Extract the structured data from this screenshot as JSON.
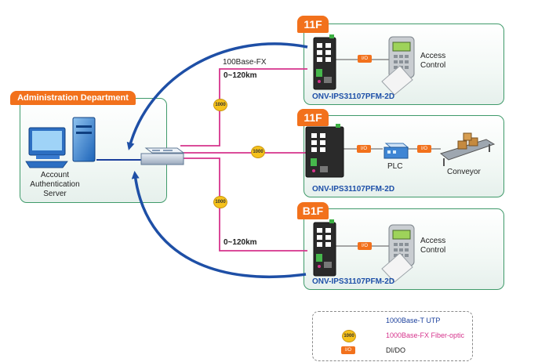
{
  "panels": {
    "admin": {
      "title": "Administration Department",
      "server_label": "Account\nAuthentication\nServer"
    },
    "floor_top": {
      "title": "11F",
      "model": "ONV-IPS31107PFM-2D",
      "device_label": "Access\nControl",
      "io_label": "I/O"
    },
    "floor_mid": {
      "title": "11F",
      "model": "ONV-IPS31107PFM-2D",
      "plc_label": "PLC",
      "conveyor_label": "Conveyor",
      "io_label": "I/O"
    },
    "floor_bottom": {
      "title": "B1F",
      "model": "ONV-IPS31107PFM-2D",
      "device_label": "Access\nControl",
      "io_label": "I/O"
    }
  },
  "links": {
    "fiber_type_label": "100Base-FX",
    "distance_top": "0~120km",
    "distance_bottom": "0~120km",
    "badge_text": "1000"
  },
  "legend": {
    "utp": {
      "label": "1000Base-T UTP",
      "color": "#1a3f9c"
    },
    "fiber": {
      "label": "1000Base-FX Fiber-optic",
      "color": "#d6338c",
      "badge": "1000"
    },
    "dido": {
      "label": "DI/DO",
      "color": "#8a8a8a",
      "badge": "I/O"
    }
  },
  "colors": {
    "accent": "#f2711c",
    "panel_border": "#3f9a6a",
    "arrow": "#1e4fa6",
    "model_text": "#1d4fa8"
  }
}
